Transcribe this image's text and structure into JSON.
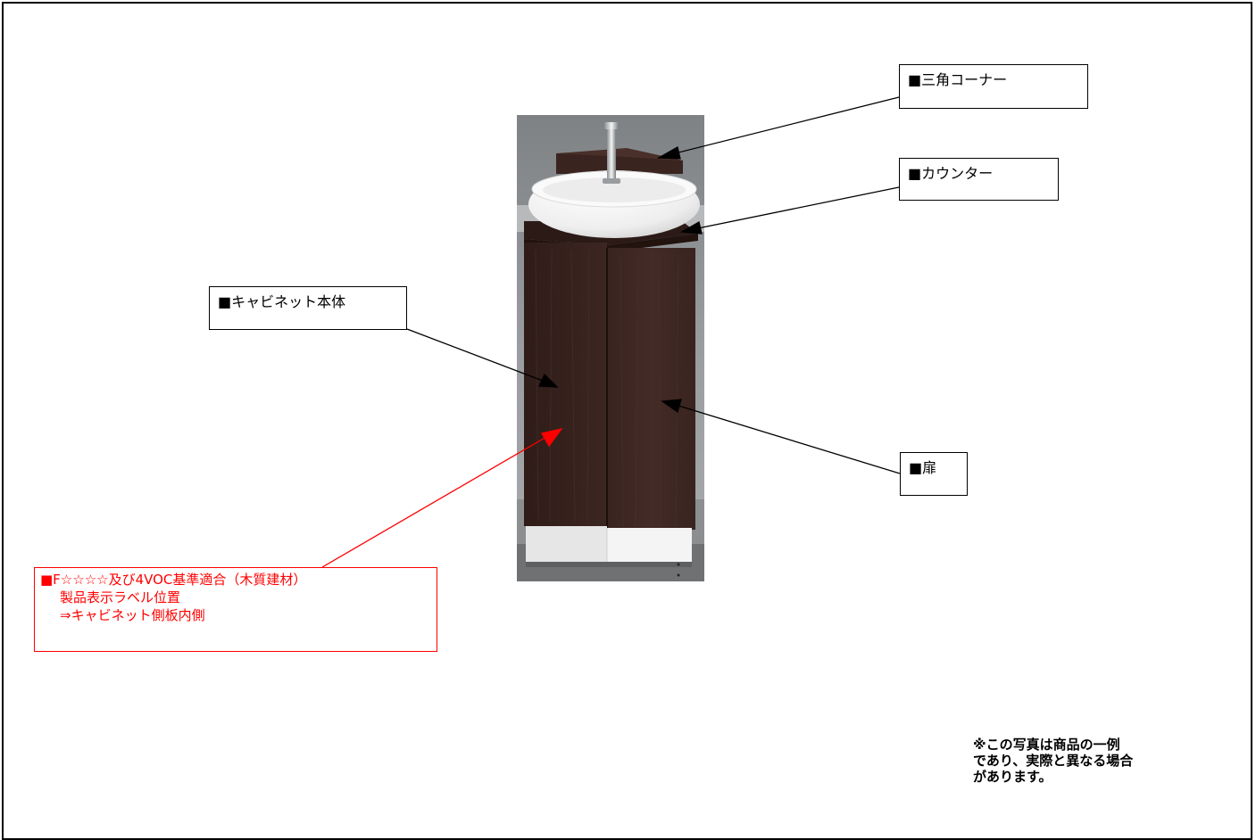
{
  "labels": {
    "corner": "■三角コーナー",
    "counter": "■カウンター",
    "cabinet_body": "■キャビネット本体",
    "door": "■扉"
  },
  "red_label": {
    "line1": "■F☆☆☆☆及び4VOC基準適合（木質建材）",
    "line2": "製品表示ラベル位置",
    "line3": "⇒キャビネット側板内側"
  },
  "note": {
    "line1": "※この写真は商品の一例",
    "line2": "であり、実際と異なる場合",
    "line3": "があります。"
  },
  "colors": {
    "wood": "#3b2520",
    "accent_red": "#ff0000",
    "wall": "#8d9092",
    "sink": "#f4f4f4"
  }
}
